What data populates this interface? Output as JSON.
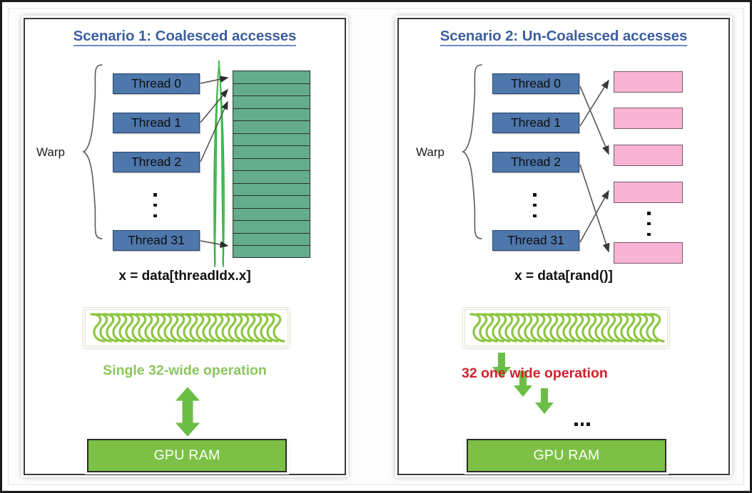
{
  "figure": {
    "title_left": "Scenario 1: Coalesced accesses",
    "title_right": "Scenario 2: Un-Coalesced accesses",
    "colors": {
      "title_blue": "#3d5e9e",
      "thread_blue": "#4e77ab",
      "memory_green": "#63ad8d",
      "memory_pink": "#f9b4d3",
      "gpu_ram_green": "#7cc145",
      "caption_green": "#8bc65c",
      "caption_red": "#d3202a",
      "squiggle_green": "#8cc63f"
    }
  },
  "left_panel": {
    "title": "Scenario 1: Coalesced accesses",
    "warp_label": "Warp",
    "threads": [
      "Thread 0",
      "Thread 1",
      "Thread 2",
      "Thread 31"
    ],
    "thread_ellipsis": "⋮",
    "memory_row_count": 15,
    "memory_color": "#63ad8d",
    "code": "x = data[threadIdx.x]",
    "caption": "Single 32-wide operation",
    "gpu_ram": "GPU RAM",
    "arrow_mapping": [
      {
        "from": "Thread 0",
        "to_row": 1
      },
      {
        "from": "Thread 1",
        "to_row": 2
      },
      {
        "from": "Thread 2",
        "to_row": 3
      },
      {
        "from": "Thread 31",
        "to_row": 15
      }
    ],
    "memory_arrow_direction": "bidirectional"
  },
  "right_panel": {
    "title": "Scenario 2: Un-Coalesced accesses",
    "warp_label": "Warp",
    "threads": [
      "Thread 0",
      "Thread 1",
      "Thread 2",
      "Thread 31"
    ],
    "thread_ellipsis": "⋮",
    "memory_box_count": 5,
    "memory_ellipsis": "⋮",
    "memory_color": "#f9b4d3",
    "code": "x = data[rand()]",
    "caption": "32 one wide operation",
    "gpu_ram": "GPU RAM",
    "arrow_count": 3,
    "arrow_ellipsis": "...",
    "arrow_mapping": [
      {
        "from": "Thread 0",
        "to_box": 3
      },
      {
        "from": "Thread 1",
        "to_box": 1
      },
      {
        "from": "Thread 2",
        "to_box": 5
      },
      {
        "from": "Thread 31",
        "to_box": 4
      }
    ]
  }
}
